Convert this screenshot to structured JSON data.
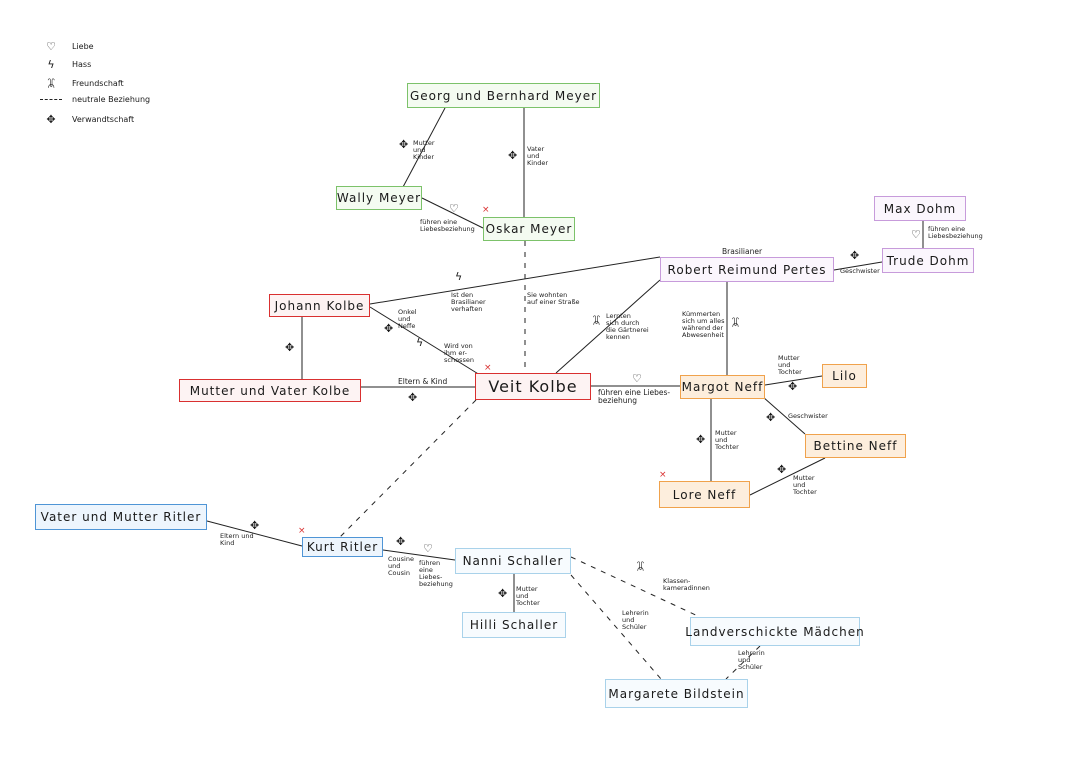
{
  "legend": {
    "love": {
      "symbol": "♡",
      "text": "Liebe"
    },
    "hate": {
      "symbol": "ϟ",
      "text": "Hass"
    },
    "friendship": {
      "symbol": "ꈠ",
      "text": "Freundschaft"
    },
    "neutral": {
      "text": "neutrale Beziehung"
    },
    "kinship": {
      "symbol": "✥",
      "text": "Verwandtschaft"
    }
  },
  "nodes": {
    "georg_bernhard": "Georg und Bernhard Meyer",
    "wally": "Wally Meyer",
    "oskar": "Oskar Meyer",
    "max": "Max Dohm",
    "robert": "Robert Reimund Pertes",
    "trude": "Trude Dohm",
    "johann": "Johann Kolbe",
    "eltern_kolbe": "Mutter und Vater Kolbe",
    "veit": "Veit Kolbe",
    "margot": "Margot Neff",
    "lilo": "Lilo",
    "bettine": "Bettine Neff",
    "lore": "Lore Neff",
    "eltern_ritler": "Vater und Mutter Ritler",
    "kurt": "Kurt Ritler",
    "nanni": "Nanni Schaller",
    "hilli": "Hilli Schaller",
    "landverschickte": "Landverschickte Mädchen",
    "margarete": "Margarete Bildstein"
  },
  "labels": {
    "gb_wally": "Mutter\nund\nKinder",
    "gb_oskar": "Vater\nund\nKinder",
    "wally_oskar": "führen eine\nLiebesbeziehung",
    "max_trude": "führen eine\nLiebesbeziehung",
    "robert_top": "Brasilianer",
    "robert_trude": "Geschwister",
    "johann_robert": "Ist den\nBrasilianer\nverhaften",
    "oskar_veit": "Sie wohnten\nauf einer Straße",
    "veit_robert": "Lernten\nsich durch\ndie Gärtnerei\nkennen",
    "robert_margot": "Kümmerten\nsich um alles\nwährend der\nAbwesenheit",
    "johann_veit_kin": "Onkel\nund\nNeffe",
    "johann_veit_hate": "Wird von\nihm er-\nschossen",
    "eltern_veit": "Eltern & Kind",
    "veit_margot": "führen eine Liebes-\nbeziehung",
    "margot_lilo": "Mutter\nund\nTochter",
    "margot_lore": "Mutter\nund\nTochter",
    "margot_bettine": "Geschwister",
    "bettine_lore": "Mutter\nund\nTochter",
    "ritler_kurt": "Eltern und\nKind",
    "kurt_nanni_kin": "Cousine\nund\nCousin",
    "kurt_nanni_love": "führen\neine\nLiebes-\nbeziehung",
    "nanni_hilli": "Mutter\nund\nTochter",
    "nanni_land": "Klassen-\nkameradinnen",
    "nanni_marg": "Lehrerin\nund\nSchüler",
    "land_marg": "Lehrerin\nund\nSchüler"
  },
  "colors": {
    "green": "#7cc26a",
    "red": "#d93030",
    "purple": "#c79bdb",
    "orange": "#f0a24c",
    "blue": "#4f95d6",
    "lightblue": "#a9d2ea"
  }
}
